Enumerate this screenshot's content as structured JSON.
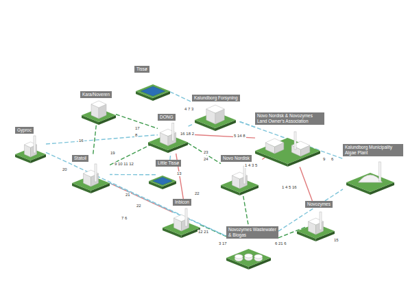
{
  "diagram": {
    "nodes": [
      {
        "text": [
          "Tissø"
        ]
      },
      {
        "text": [
          "Kara/Noveren"
        ]
      },
      {
        "text": [
          "Kalundborg Forsyning"
        ]
      },
      {
        "text": [
          "Gyproc"
        ]
      },
      {
        "text": [
          "DONG"
        ]
      },
      {
        "text": [
          "Novo Nordisk & Novozymes Land Owner's Association"
        ]
      },
      {
        "text": [
          "Statoil"
        ]
      },
      {
        "text": [
          "Little Tissø"
        ]
      },
      {
        "text": [
          "Novo Nordisk"
        ]
      },
      {
        "text": [
          "Kalundborg Municipality Algae Plant"
        ]
      },
      {
        "text": [
          "Inbicon"
        ]
      },
      {
        "text": [
          "Novozymes"
        ]
      },
      {
        "text": [
          "Novozymes Wastewater & Biogas"
        ]
      }
    ],
    "edges": [
      {
        "from": 0,
        "to": 2,
        "arrow": "none"
      },
      {
        "from": 1,
        "to": 4,
        "arrow": "none"
      },
      {
        "from": 2,
        "to": 4,
        "arrow": "none"
      },
      {
        "from": 2,
        "to": 5,
        "arrow": "none"
      },
      {
        "from": 2,
        "to": 9,
        "arrow": "none"
      },
      {
        "from": 3,
        "to": 4,
        "arrow": "none"
      },
      {
        "from": 3,
        "to": 12,
        "arrow": "none"
      },
      {
        "from": 4,
        "to": 6,
        "arrow": "none"
      },
      {
        "from": 4,
        "to": 5,
        "arrow": "none"
      },
      {
        "from": 4,
        "to": 10,
        "arrow": "none"
      },
      {
        "from": 4,
        "to": 8,
        "arrow": "none"
      },
      {
        "from": 7,
        "to": 4,
        "arrow": "none"
      },
      {
        "from": 7,
        "to": 6,
        "arrow": "none"
      },
      {
        "from": 6,
        "to": 10,
        "arrow": "none"
      },
      {
        "from": 5,
        "to": 11,
        "arrow": "none"
      },
      {
        "from": 5,
        "to": 8,
        "arrow": "none"
      },
      {
        "from": 8,
        "to": 12,
        "arrow": "none"
      },
      {
        "from": 11,
        "to": 12,
        "arrow": "none"
      },
      {
        "from": 10,
        "to": 12,
        "arrow": "none"
      },
      {
        "from": 12,
        "to": 9,
        "arrow": "none"
      },
      {
        "from": 6,
        "to": 12,
        "arrow": "none"
      },
      {
        "from": 1,
        "to": 6,
        "arrow": "none"
      }
    ],
    "labels": [
      "4 7 3",
      "5 14 8",
      "16 18 2",
      "17",
      "8",
      "16",
      "19",
      "9 10 11 12",
      "20",
      "23",
      "24",
      "1 4 3 5",
      "9",
      "6",
      "13",
      "21",
      "22",
      "22",
      "1 4 5 16",
      "7 6",
      "12 21",
      "3 17",
      "6 21 6",
      "15"
    ]
  }
}
